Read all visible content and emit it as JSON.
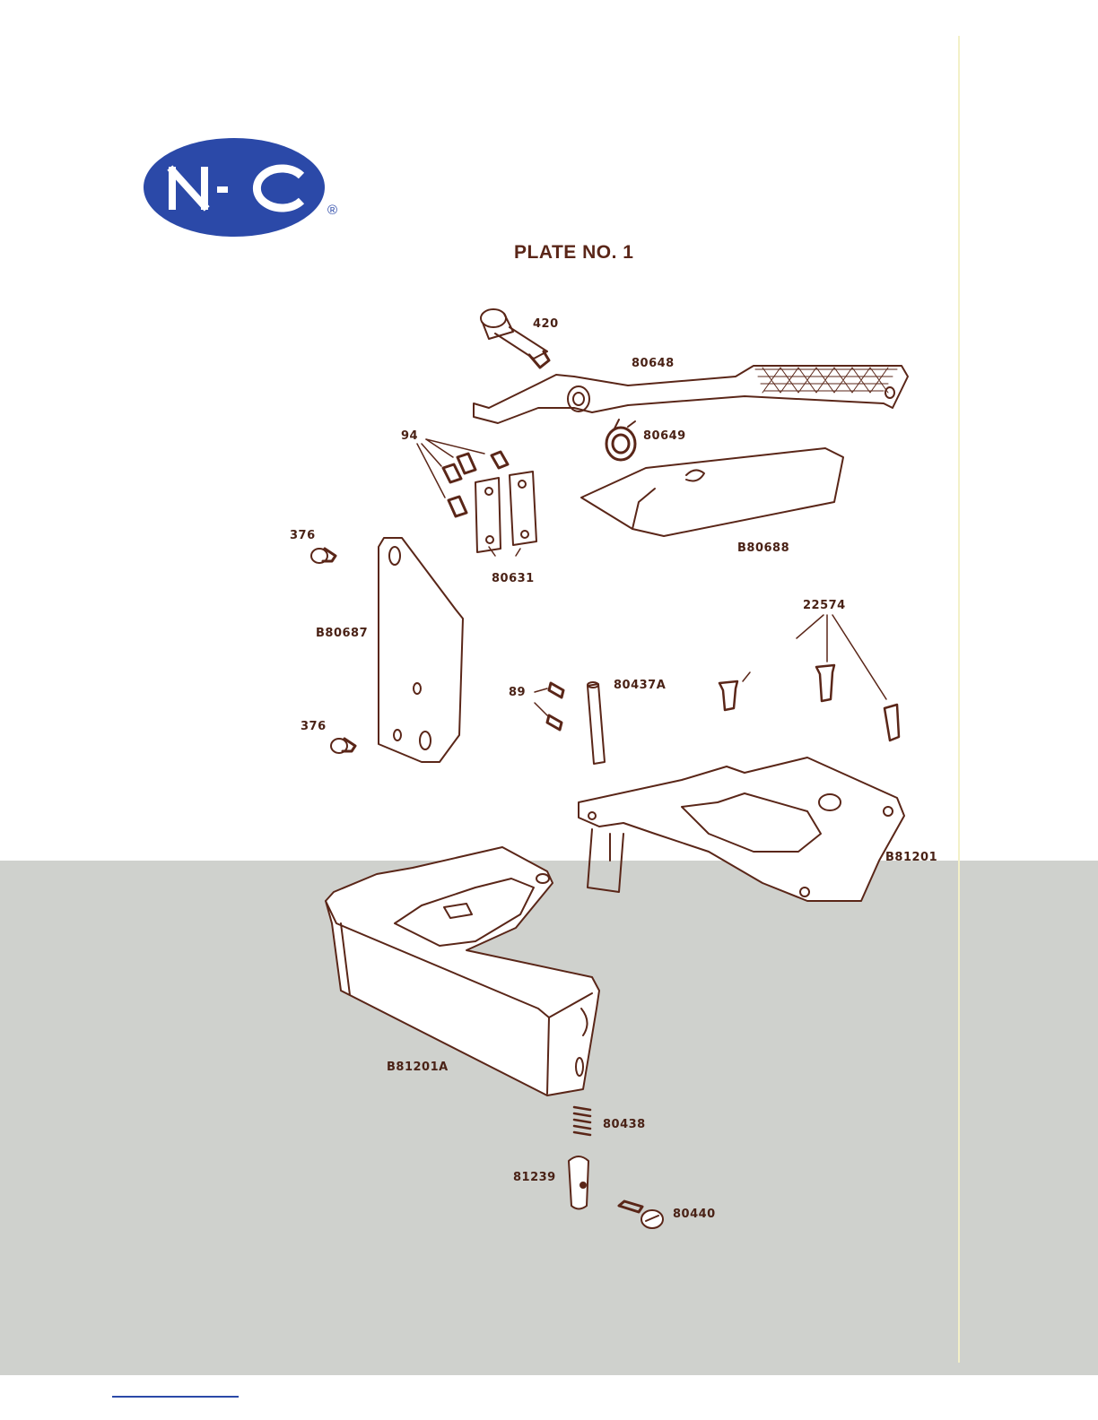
{
  "logo": {
    "text": "N·C",
    "registered_mark": "®",
    "color": "#2b49a8"
  },
  "title": "PLATE NO. 1",
  "parts": {
    "p420": "420",
    "p80648": "80648",
    "p80649": "80649",
    "p94": "94",
    "pB80688": "B80688",
    "p376a": "376",
    "p80631": "80631",
    "pB80687": "B80687",
    "p22574": "22574",
    "p89": "89",
    "p80437A": "80437A",
    "p376b": "376",
    "pB81201": "B81201",
    "pB81201A": "B81201A",
    "p80438": "80438",
    "p81239": "81239",
    "p80440": "80440"
  },
  "colors": {
    "line_art": "#5a2618",
    "band": "#cfd1cd"
  }
}
